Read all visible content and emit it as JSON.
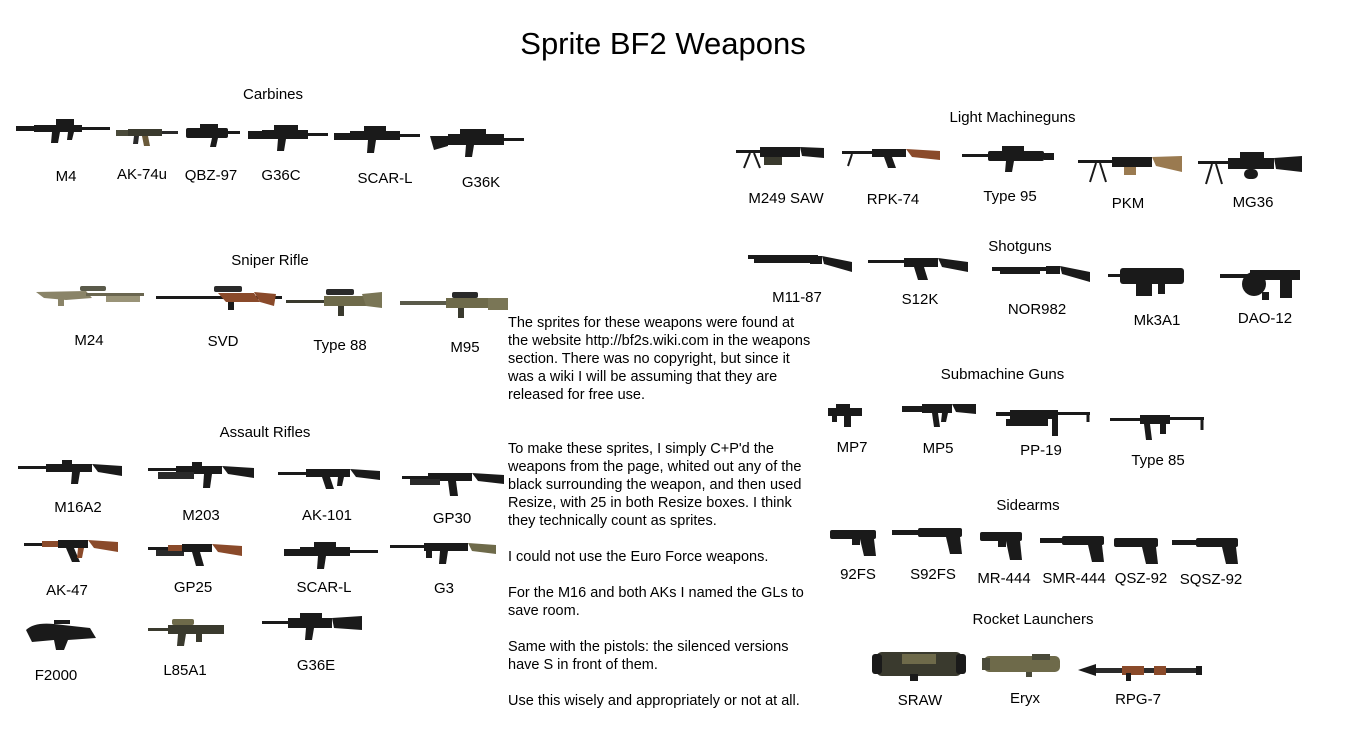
{
  "title": "Sprite BF2 Weapons",
  "sections": {
    "carbines": {
      "title": "Carbines",
      "items": [
        "M4",
        "AK-74u",
        "QBZ-97",
        "G36C",
        "SCAR-L",
        "G36K"
      ]
    },
    "sniper": {
      "title": "Sniper Rifle",
      "items": [
        "M24",
        "SVD",
        "Type 88",
        "M95"
      ]
    },
    "assault": {
      "title": "Assault Rifles",
      "items": [
        "M16A2",
        "M203",
        "AK-101",
        "GP30",
        "AK-47",
        "GP25",
        "SCAR-L",
        "G3",
        "F2000",
        "L85A1",
        "G36E"
      ]
    },
    "lmg": {
      "title": "Light Machineguns",
      "items": [
        "M249 SAW",
        "RPK-74",
        "Type 95",
        "PKM",
        "MG36"
      ]
    },
    "shotguns": {
      "title": "Shotguns",
      "items": [
        "M11-87",
        "S12K",
        "NOR982",
        "Mk3A1",
        "DAO-12"
      ]
    },
    "smg": {
      "title": "Submachine Guns",
      "items": [
        "MP7",
        "MP5",
        "PP-19",
        "Type 85"
      ]
    },
    "sidearms": {
      "title": "Sidearms",
      "items": [
        "92FS",
        "S92FS",
        "MR-444",
        "SMR-444",
        "QSZ-92",
        "SQSZ-92"
      ]
    },
    "rockets": {
      "title": "Rocket Launchers",
      "items": [
        "SRAW",
        "Eryx",
        "RPG-7"
      ]
    }
  },
  "notes": [
    "The sprites for these weapons were found at the website http://bf2s.wiki.com in the weapons section. There was no copyright, but since it was a wiki I will be assuming that they are released for free use.",
    "To make these sprites, I simply C+P'd the weapons from the page, whited out any of the black surrounding the weapon, and then used Resize, with 25 in both Resize boxes. I think they technically count as sprites.",
    "I could not use the Euro Force weapons.",
    "For the M16 and both AKs I named the GLs to save room.",
    "Same with the pistols: the silenced versions have S in front of them.",
    "Use this wisely and appropriately or not at all."
  ],
  "colors": {
    "weapon": "#1a1a1a",
    "wood": "#8a4a2a",
    "olive": "#6e6a4a",
    "tan": "#9a7a50"
  }
}
